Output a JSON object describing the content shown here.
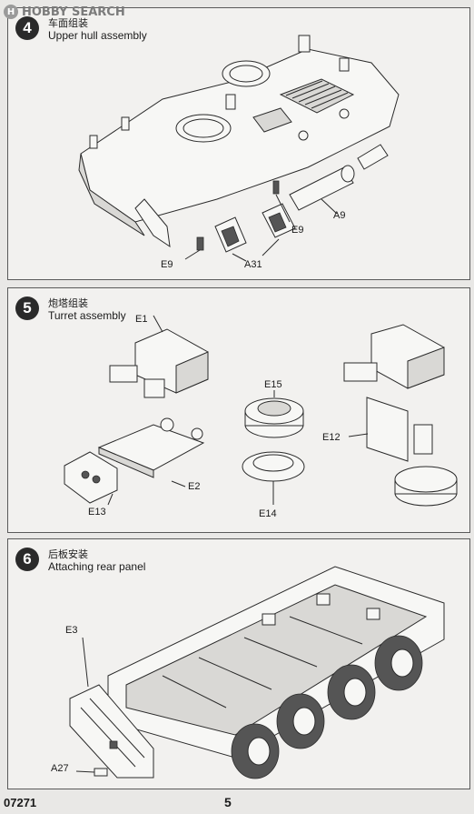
{
  "watermark": {
    "text": "HOBBY SEARCH",
    "logo_icon": "hobbysearch-logo-icon"
  },
  "steps": [
    {
      "number": "4",
      "title_cn": "车面组装",
      "title_en": "Upper hull assembly",
      "callouts": [
        "A9",
        "E9",
        "E9",
        "A31"
      ]
    },
    {
      "number": "5",
      "title_cn": "炮塔组装",
      "title_en": "Turret assembly",
      "callouts": [
        "E1",
        "E15",
        "E12",
        "E2",
        "E13",
        "E14"
      ]
    },
    {
      "number": "6",
      "title_cn": "后板安装",
      "title_en": "Attaching rear panel",
      "callouts": [
        "E3",
        "A27"
      ]
    }
  ],
  "footer": {
    "product_code": "07271",
    "page_number": "5"
  }
}
